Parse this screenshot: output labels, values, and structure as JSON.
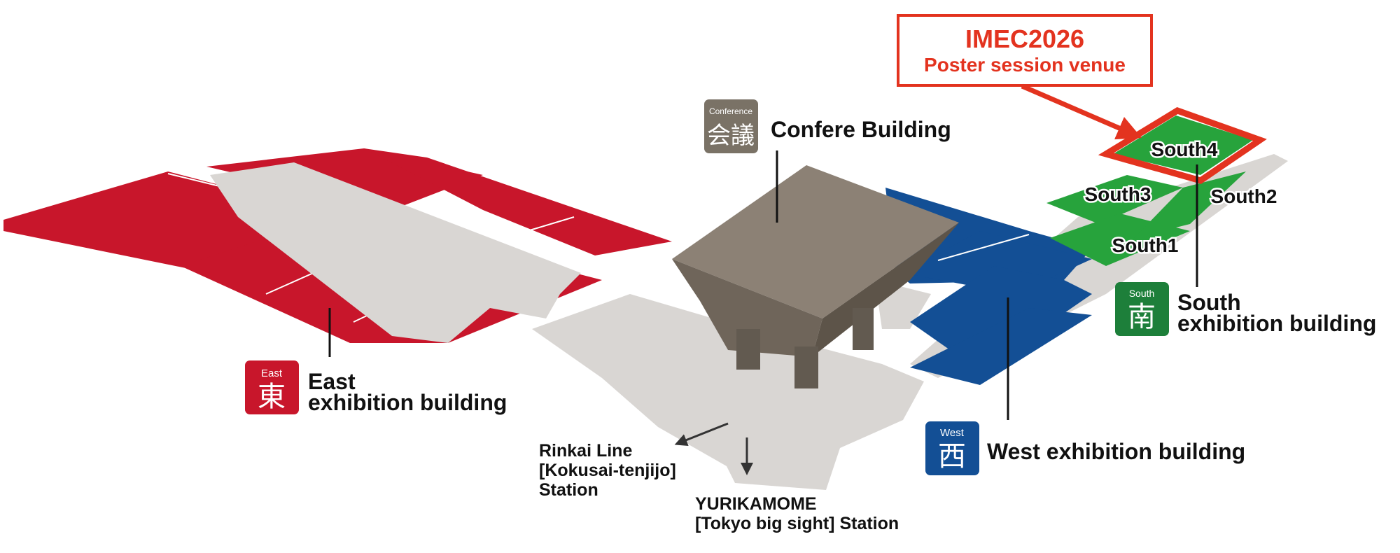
{
  "colors": {
    "east": "#c8162b",
    "west": "#134f95",
    "south": "#27a33c",
    "south_badge": "#1d7f3a",
    "conference": "#8c8175",
    "conference_badge": "#7a7266",
    "concourse": "#d9d6d3",
    "highlight": "#e3331f",
    "text": "#111111"
  },
  "callout": {
    "title": "IMEC2026",
    "subtitle": "Poster session venue"
  },
  "conference": {
    "badge_small": "Conference",
    "badge_kanji": "会議",
    "label": "Confere Building"
  },
  "east": {
    "badge_small": "East",
    "badge_kanji": "東",
    "label_line1": "East",
    "label_line2": "exhibition building"
  },
  "west": {
    "badge_small": "West",
    "badge_kanji": "西",
    "label": "West exhibition building"
  },
  "south": {
    "badge_small": "South",
    "badge_kanji": "南",
    "label_line1": "South",
    "label_line2": "exhibition building",
    "halls": [
      "South4",
      "South3",
      "South2",
      "South1"
    ]
  },
  "stations": {
    "rinkai_line1": "Rinkai Line",
    "rinkai_line2": "[Kokusai-tenjijo]",
    "rinkai_line3": "Station",
    "yuri_line1": "YURIKAMOME",
    "yuri_line2": "[Tokyo big sight] Station"
  },
  "icons": {
    "arrow": "callout-arrow-icon",
    "station_arrow": "station-arrow-icon"
  }
}
